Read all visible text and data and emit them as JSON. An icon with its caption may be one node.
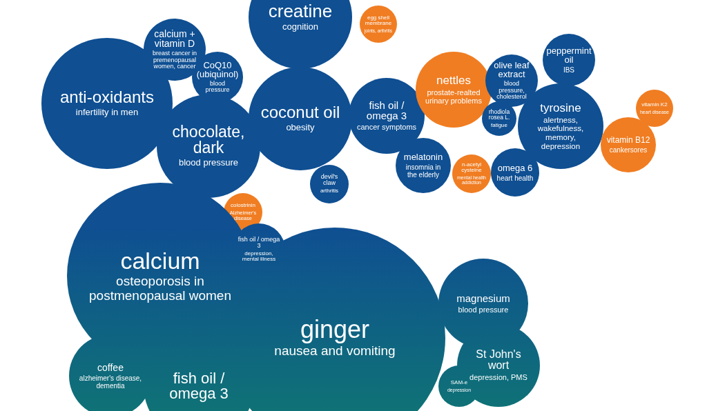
{
  "diagram": {
    "nodes": [
      {
        "text": [
          "creatine",
          "cognition"
        ]
      },
      {
        "text": [
          "egg shell membrane",
          "joints, arthritis"
        ]
      },
      {
        "text": [
          "calcium + vitamin D",
          "breast cancer in premenopausal women, cancer"
        ]
      },
      {
        "text": [
          "anti-oxidants",
          "infertility in men"
        ]
      },
      {
        "text": [
          "CoQ10 (ubiquinol)",
          "blood pressure"
        ]
      },
      {
        "text": [
          "coconut oil",
          "obesity"
        ]
      },
      {
        "text": [
          "chocolate, dark",
          "blood pressure"
        ]
      },
      {
        "text": [
          "fish oil / omega 3",
          "cancer symptoms"
        ]
      },
      {
        "text": [
          "nettles",
          "prostate-realted urinary problems"
        ]
      },
      {
        "text": [
          "olive leaf extract",
          "blood pressure, cholesterol"
        ]
      },
      {
        "text": [
          "peppermint oil",
          "IBS"
        ]
      },
      {
        "text": [
          "rhodiola rosea L.",
          "fatigue"
        ]
      },
      {
        "text": [
          "tyrosine",
          "alertness, wakefulness, memory, depression"
        ]
      },
      {
        "text": [
          "vitamin K2",
          "heart disease"
        ]
      },
      {
        "text": [
          "vitamin B12",
          "cankersores"
        ]
      },
      {
        "text": [
          "melatonin",
          "insomnia in the elderly"
        ]
      },
      {
        "text": [
          "devil's claw",
          "arthritis"
        ]
      },
      {
        "text": [
          "n-acetyl cysteine",
          "mental health addiction"
        ]
      },
      {
        "text": [
          "omega 6",
          "heart health"
        ]
      },
      {
        "text": [
          "colostrinin",
          "Alzheimer's disease"
        ]
      },
      {
        "text": [
          "calcium",
          "osteoporosis in postmenopausal women"
        ]
      },
      {
        "text": [
          "fish oil / omega 3",
          "depression, mental illness"
        ]
      },
      {
        "text": [
          "ginger",
          "nausea and vomiting"
        ]
      },
      {
        "text": [
          "magnesium",
          "blood pressure"
        ]
      },
      {
        "text": [
          "St John's wort",
          "depression, PMS"
        ]
      },
      {
        "text": [
          "SAM-e",
          "depression"
        ]
      },
      {
        "text": [
          "coffee",
          "alzheimer's disease, dementia"
        ]
      },
      {
        "text": [
          "fish oil / omega 3"
        ]
      }
    ]
  }
}
